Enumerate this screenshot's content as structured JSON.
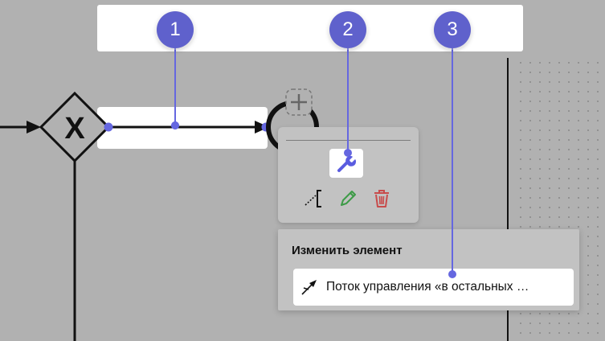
{
  "popup_menu": {
    "title": "Изменить элемент",
    "entry_label": "Поток управления «в остальных …",
    "entry_icon": "default-flow-icon"
  },
  "context_pad": {
    "actions": [
      "replace-wrench-icon",
      "connect-icon",
      "edit-pencil-icon",
      "delete-trash-icon"
    ]
  },
  "gateway": {
    "marker": "X"
  },
  "annotations": [
    {
      "label": "1"
    },
    {
      "label": "2"
    },
    {
      "label": "3"
    }
  ],
  "colors": {
    "canvas": "#b1b1b1",
    "panel": "#c2c2c2",
    "badge": "#5f61cc",
    "edit_icon": "#3d9b47",
    "delete_icon": "#c84b4b",
    "replace_icon": "#5a5ce0"
  }
}
